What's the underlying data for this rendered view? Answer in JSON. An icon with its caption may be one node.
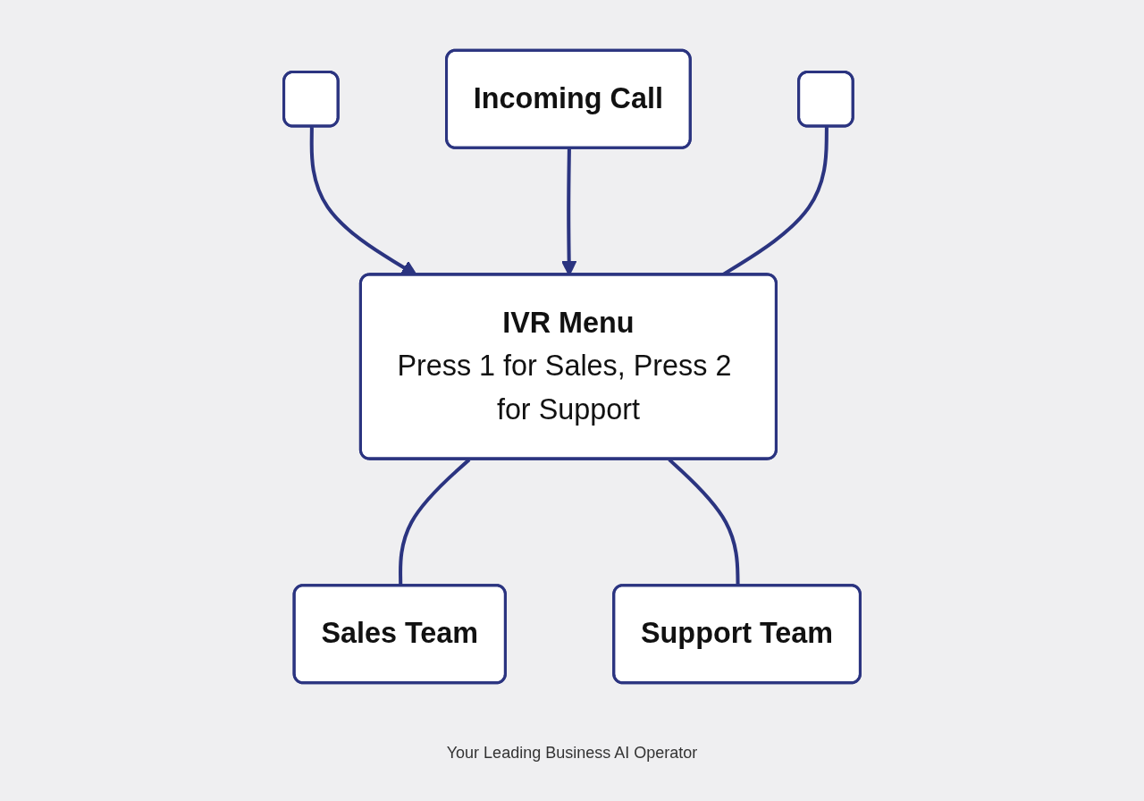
{
  "diagram": {
    "caption": "Your Leading Business AI Operator",
    "nodes": [
      {
        "text": [],
        "shape": "box"
      },
      {
        "text": [
          "Incoming Call"
        ]
      },
      {
        "text": [],
        "shape": "box"
      },
      {
        "text": [
          "IVR Menu",
          "Press 1 for Sales, Press 2 for Support"
        ]
      },
      {
        "text": [
          "Sales Team"
        ]
      },
      {
        "text": [
          "Support Team"
        ]
      }
    ],
    "edges": [
      {
        "from": 0,
        "to": 3,
        "arrow": "to"
      },
      {
        "from": 1,
        "to": 3,
        "arrow": "to"
      },
      {
        "from": 2,
        "to": 3,
        "arrow": "none"
      },
      {
        "from": 3,
        "to": 4,
        "arrow": "none"
      },
      {
        "from": 3,
        "to": 5,
        "arrow": "none"
      }
    ]
  }
}
